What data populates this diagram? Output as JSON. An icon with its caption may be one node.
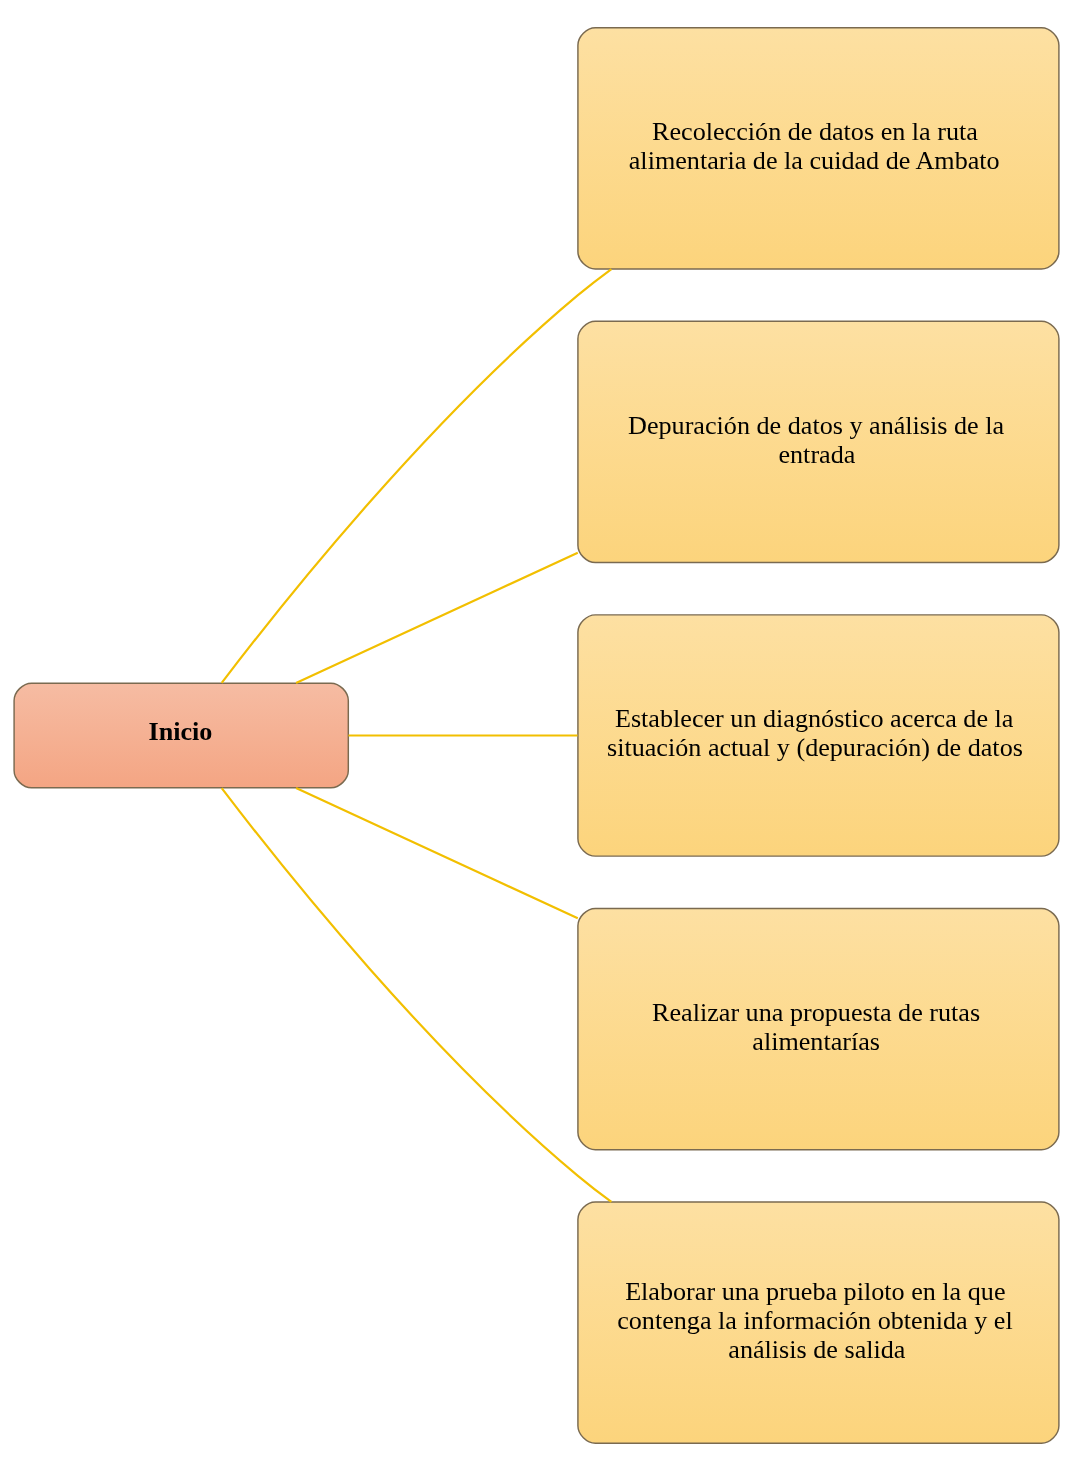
{
  "diagram": {
    "nodes": [
      {
        "text": [
          "Inicio"
        ]
      },
      {
        "text": [
          "Recolección de datos en la ruta alimentaria de la cuidad de Ambato"
        ]
      },
      {
        "text": [
          "Depuración de datos y análisis de la entrada"
        ]
      },
      {
        "text": [
          "Establecer un diagnóstico acerca de la situación actual y (depuración) de datos"
        ]
      },
      {
        "text": [
          "Realizar una propuesta de rutas alimentarías"
        ]
      },
      {
        "text": [
          "Elaborar una prueba piloto en la que contenga la información obtenida y el análisis de salida"
        ]
      }
    ],
    "edges": [
      {
        "from": 0,
        "to": 1,
        "arrow": "none"
      },
      {
        "from": 0,
        "to": 2,
        "arrow": "none"
      },
      {
        "from": 0,
        "to": 3,
        "arrow": "none"
      },
      {
        "from": 0,
        "to": 4,
        "arrow": "none"
      },
      {
        "from": 0,
        "to": 5,
        "arrow": "none"
      }
    ]
  }
}
